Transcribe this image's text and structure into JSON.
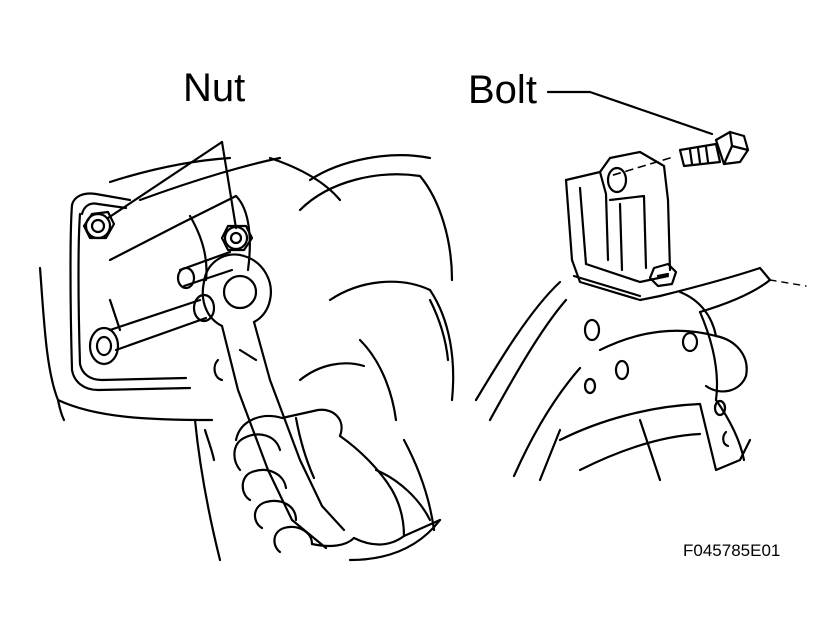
{
  "labels": {
    "nut": "Nut",
    "bolt": "Bolt"
  },
  "figure_code": "F045785E01",
  "colors": {
    "line": "#000000",
    "background": "#ffffff"
  }
}
